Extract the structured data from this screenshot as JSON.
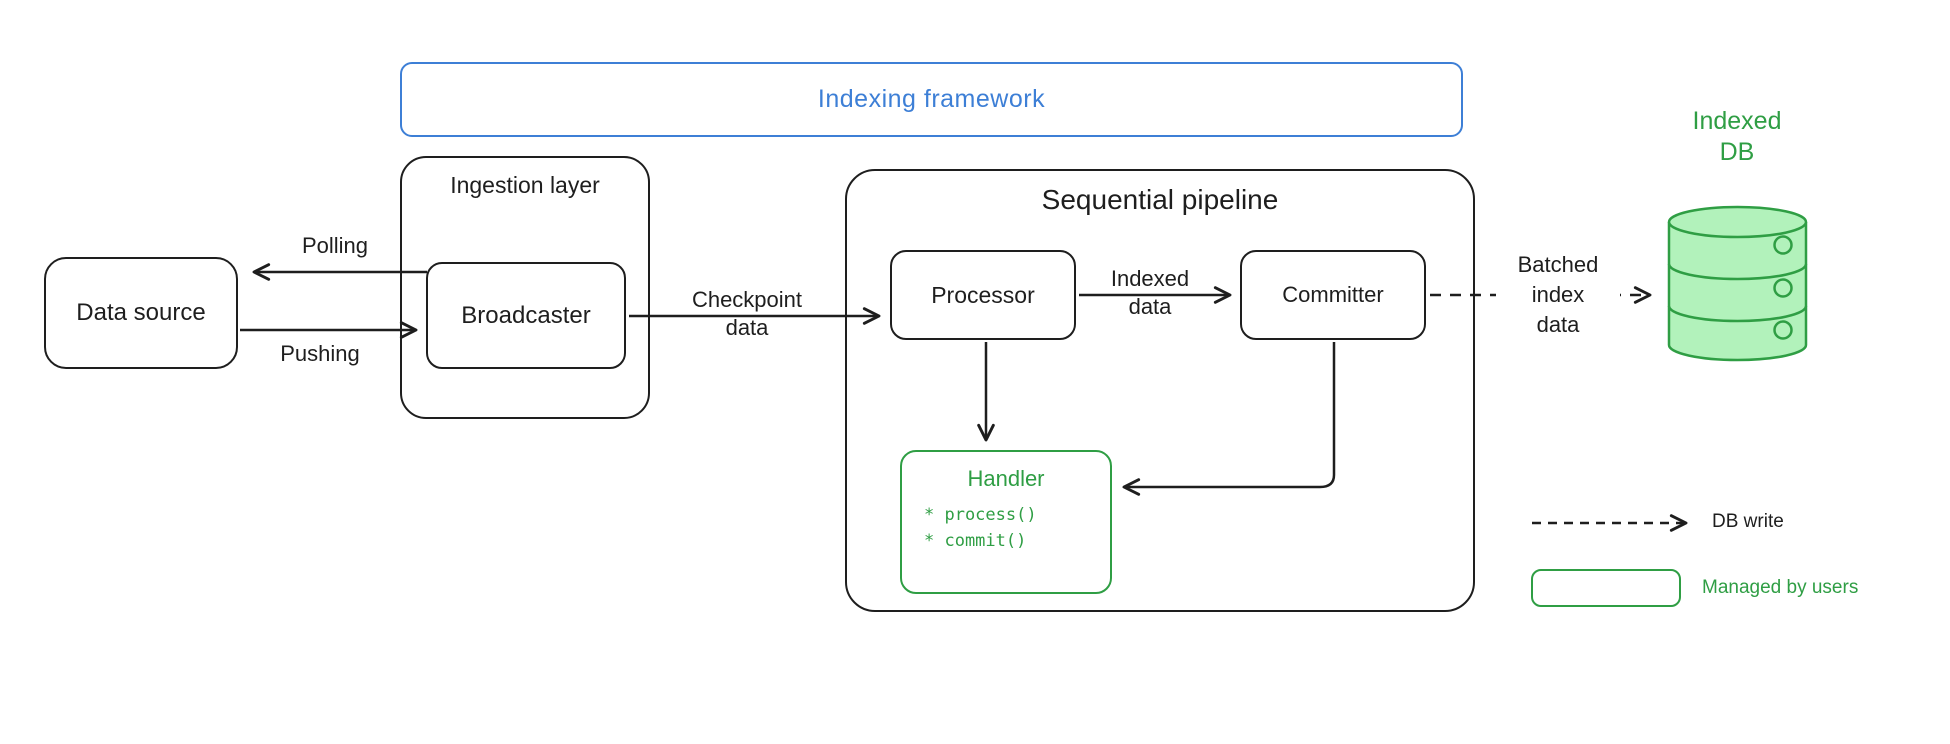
{
  "framework": {
    "label": "Indexing framework"
  },
  "nodes": {
    "data_source": {
      "label": "Data source"
    },
    "ingestion_layer": {
      "label": "Ingestion layer"
    },
    "broadcaster": {
      "label": "Broadcaster"
    },
    "sequential_pipeline": {
      "label": "Sequential pipeline"
    },
    "processor": {
      "label": "Processor"
    },
    "committer": {
      "label": "Committer"
    },
    "handler": {
      "title": "Handler",
      "methods": "* process()\n* commit()"
    },
    "indexed_db": {
      "label": "Indexed\nDB"
    }
  },
  "edges": {
    "polling": {
      "label": "Polling"
    },
    "pushing": {
      "label": "Pushing"
    },
    "checkpoint": {
      "label": "Checkpoint\ndata"
    },
    "indexed_data": {
      "label": "Indexed\ndata"
    },
    "batched_index": {
      "label": "Batched\nindex\ndata"
    }
  },
  "legend": {
    "db_write": "DB write",
    "managed_by_users": "Managed by users"
  },
  "colors": {
    "ink": "#1e1e1e",
    "blue": "#3d7fd6",
    "green": "#2f9e44",
    "green_fill": "#b2f2bb"
  }
}
